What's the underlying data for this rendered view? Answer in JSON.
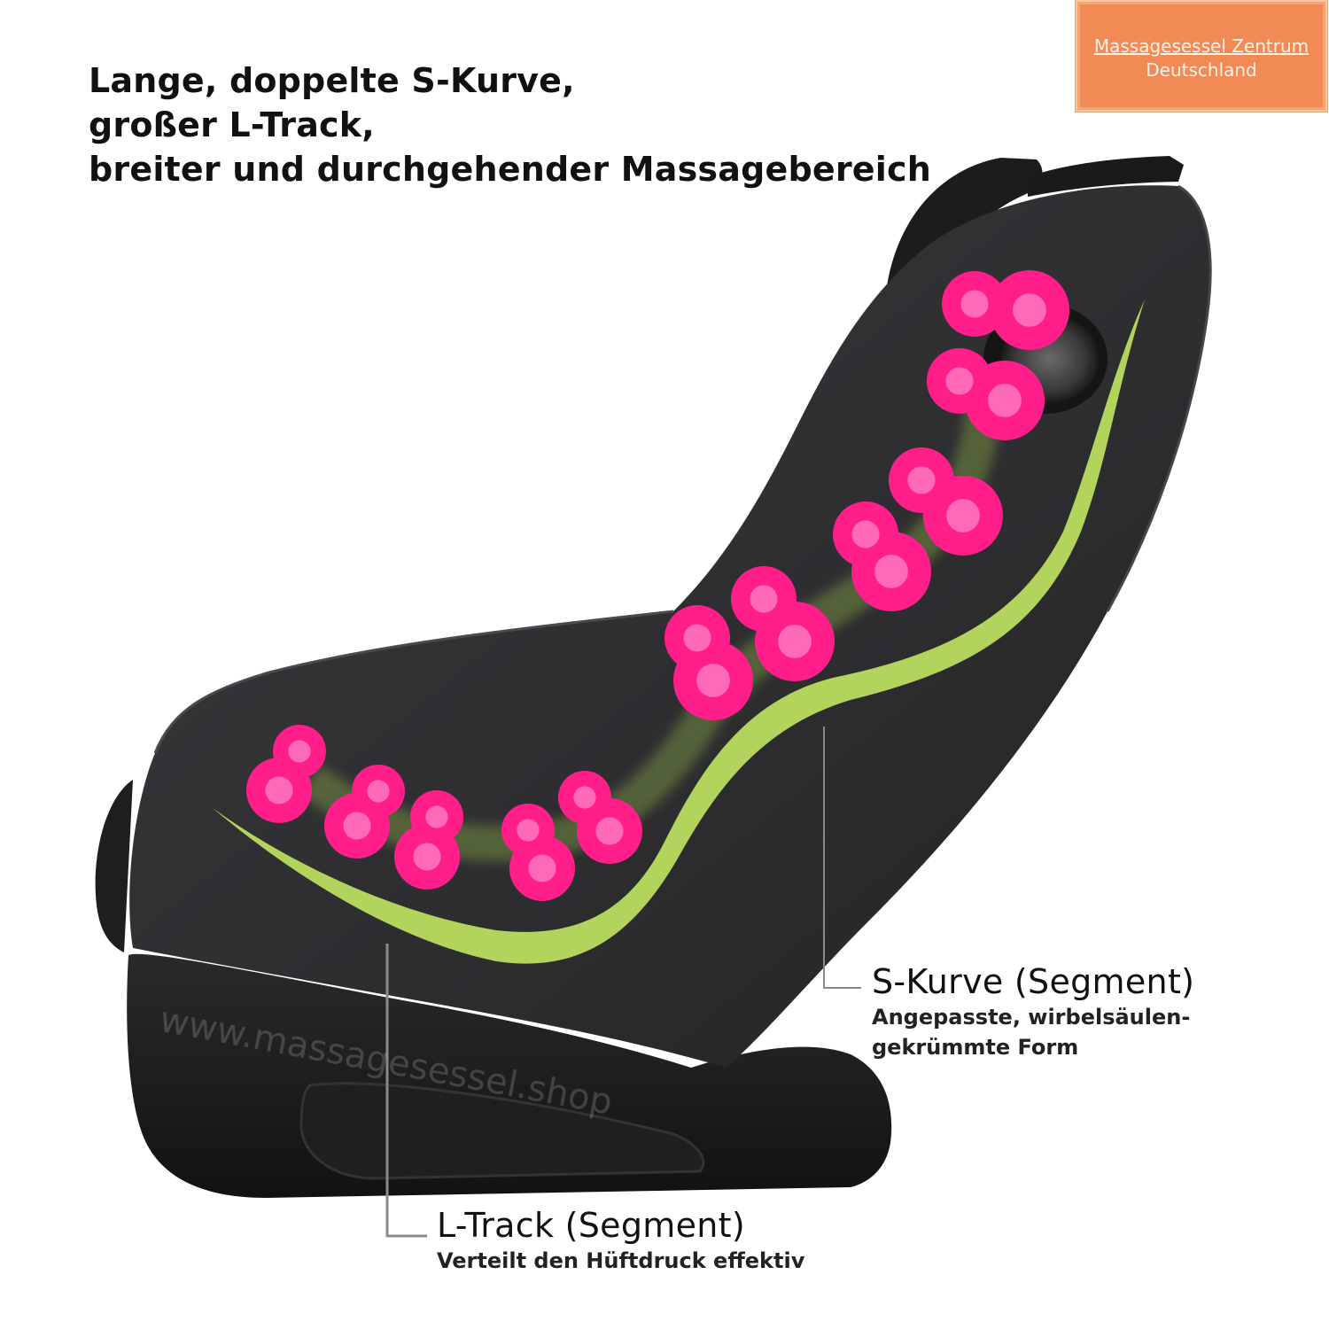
{
  "headline": {
    "line1": "Lange, doppelte S-Kurve,",
    "line2": "großer L-Track,",
    "line3": "breiter und durchgehender Massagebereich"
  },
  "brand": {
    "name": "Massagesessel Zentrum",
    "country": "Deutschland"
  },
  "callouts": {
    "s_curve": {
      "title": "S-Kurve (Segment)",
      "desc_line1": "Angepasste, wirbelsäulen-",
      "desc_line2": "gekrümmte Form"
    },
    "l_track": {
      "title": "L-Track (Segment)",
      "desc": "Verteilt den Hüftdruck effektiv"
    }
  },
  "watermark": "www.massagesessel.shop",
  "colors": {
    "chair": "#2a2a2c",
    "track_line": "#b2d45c",
    "roller": "#ff1e8a",
    "roller_inner": "#ff6ab7",
    "badge": "#f28a55",
    "leader_line": "#8a8a8a"
  },
  "icons": {
    "roller": "massage-roller-icon",
    "speaker": "speaker-icon"
  }
}
